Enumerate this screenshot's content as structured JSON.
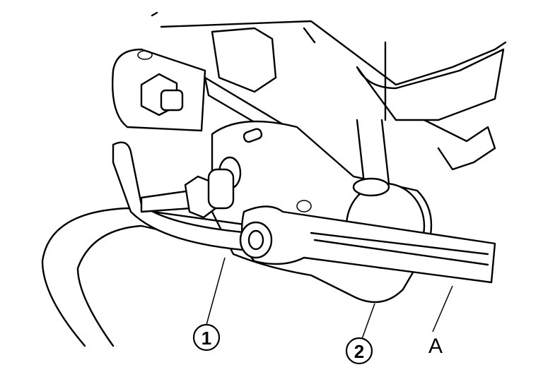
{
  "diagram": {
    "labels": {
      "callout_1": "1",
      "callout_2": "2",
      "callout_a": "A"
    },
    "colors": {
      "line": "#000000",
      "background": "#ffffff"
    }
  }
}
